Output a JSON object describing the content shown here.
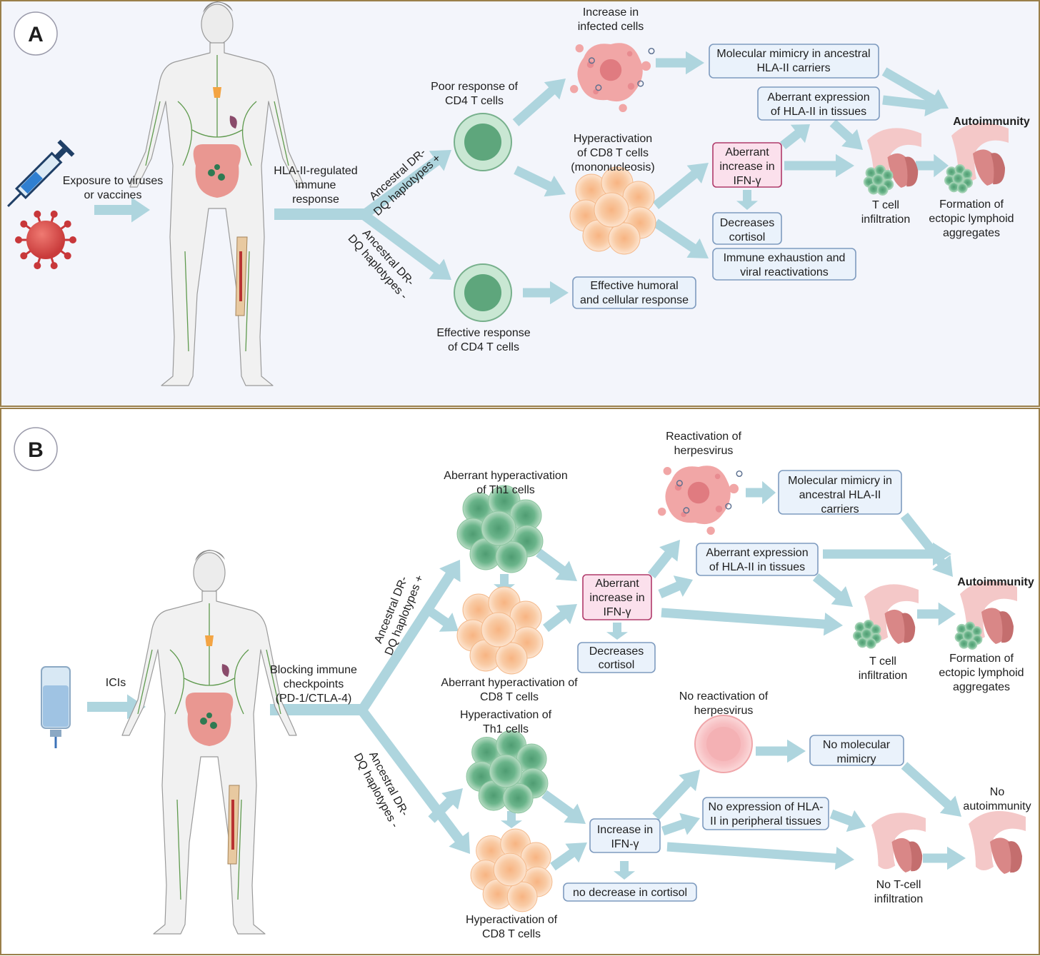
{
  "colors": {
    "arrow": "#aed5de",
    "box_fill": "#eaf2fb",
    "box_stroke": "#7e9bbf",
    "ifn_fill": "#fbe0ec",
    "ifn_stroke": "#b03a6a",
    "panel_a_bg": "#f3f5fb",
    "panel_border": "#9a7f4a",
    "green_cell": "#6ab48a",
    "orange_cell": "#f6c197",
    "red_cell": "#e9858f"
  },
  "panel_a": {
    "badge": "A",
    "exposure": [
      "Exposure to viruses",
      "or vaccines"
    ],
    "hla_response": [
      "HLA-II-regulated",
      "immune",
      "response"
    ],
    "branch_plus": [
      "Ancestral DR-",
      "DQ haplotypes +"
    ],
    "branch_minus": [
      "Ancestral DR-",
      "DQ haplotypes -"
    ],
    "poor_cd4": [
      "Poor response of",
      "CD4 T cells"
    ],
    "effective_cd4": [
      "Effective response",
      "of CD4 T cells"
    ],
    "infected": [
      "Increase in",
      "infected cells"
    ],
    "cd8_hyper": [
      "Hyperactivation",
      "of CD8 T cells",
      "(mononucleosis)"
    ],
    "mimicry": [
      "Molecular mimicry in ancestral",
      "HLA-II carriers"
    ],
    "aberrant_hla": [
      "Aberrant expression",
      "of HLA-II in tissues"
    ],
    "ifn": [
      "Aberrant",
      "increase in",
      "IFN-γ"
    ],
    "cortisol": [
      "Decreases",
      "cortisol"
    ],
    "exhaustion": [
      "Immune exhaustion and",
      "viral reactivations"
    ],
    "humoral": [
      "Effective humoral",
      "and cellular response"
    ],
    "autoimmunity": "Autoimmunity",
    "t_cell_infiltration": [
      "T cell",
      "infiltration"
    ],
    "ectopic": [
      "Formation of",
      "ectopic lymphoid",
      "aggregates"
    ],
    "icons": [
      "syringe-icon",
      "virus-icon",
      "human-body-icon",
      "cd4-cell-icon",
      "infected-cell-icon",
      "cd8-cluster-icon",
      "gland-icon"
    ]
  },
  "panel_b": {
    "badge": "B",
    "icis": "ICIs",
    "blocking": [
      "Blocking immune",
      "checkpoints",
      "(PD-1/CTLA-4)"
    ],
    "branch_plus": [
      "Ancestral DR-",
      "DQ haplotypes +"
    ],
    "branch_minus": [
      "Ancestral DR-",
      "DQ haplotypes -"
    ],
    "th1_aberrant": [
      "Aberrant hyperactivation",
      "of Th1 cells"
    ],
    "cd8_aberrant": [
      "Aberrant hyperactivation of",
      "CD8 T cells"
    ],
    "herpes_reactivation": [
      "Reactivation of",
      "herpesvirus"
    ],
    "ifn_aberrant": [
      "Aberrant",
      "increase in",
      "IFN-γ"
    ],
    "cortisol_decrease": [
      "Decreases",
      "cortisol"
    ],
    "mimicry": [
      "Molecular mimicry in",
      "ancestral HLA-II",
      "carriers"
    ],
    "aberrant_hla": [
      "Aberrant expression",
      "of HLA-II in tissues"
    ],
    "autoimmunity": "Autoimmunity",
    "t_cell_infiltration": [
      "T cell",
      "infiltration"
    ],
    "ectopic": [
      "Formation of",
      "ectopic lymphoid",
      "aggregates"
    ],
    "th1_hyper": [
      "Hyperactivation of",
      "Th1 cells"
    ],
    "cd8_hyper": [
      "Hyperactivation of",
      "CD8 T cells"
    ],
    "no_herpes": [
      "No reactivation of",
      "herpesvirus"
    ],
    "ifn_increase": [
      "Increase in",
      "IFN-γ"
    ],
    "no_cortisol": "no decrease in cortisol",
    "no_mimicry": [
      "No molecular",
      "mimicry"
    ],
    "no_hla": [
      "No expression of HLA-",
      "II in peripheral tissues"
    ],
    "no_infiltration": [
      "No T-cell",
      "infiltration"
    ],
    "no_autoimmunity": [
      "No",
      "autoimmunity"
    ],
    "icons": [
      "iv-bag-icon",
      "human-body-icon",
      "th1-cluster-icon",
      "cd8-cluster-icon",
      "infected-cell-icon",
      "red-cell-icon",
      "gland-icon"
    ]
  }
}
